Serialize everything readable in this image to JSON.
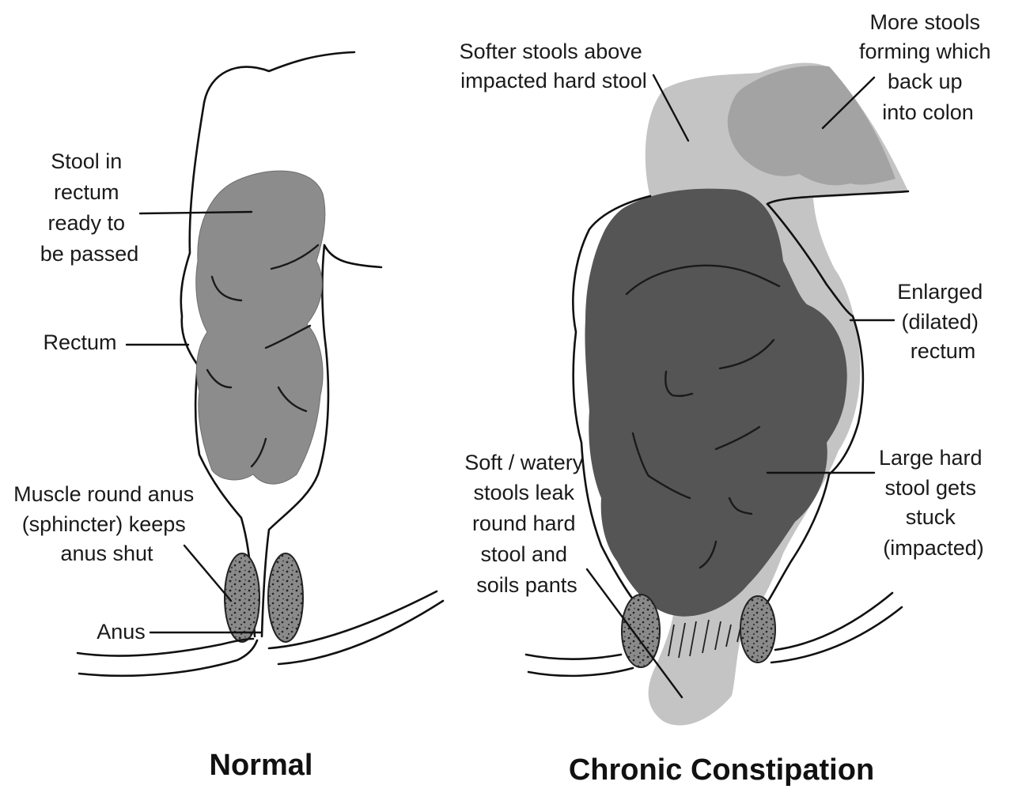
{
  "normal": {
    "title": "Normal",
    "labels": {
      "stool_in_rectum": [
        "Stool in",
        "rectum",
        "ready to",
        "be passed"
      ],
      "rectum": [
        "Rectum"
      ],
      "sphincter": [
        "Muscle round anus",
        "(sphincter) keeps",
        "anus shut"
      ],
      "anus": [
        "Anus"
      ]
    }
  },
  "constipation": {
    "title": "Chronic Constipation",
    "labels": {
      "softer_stools": [
        "Softer stools above",
        "impacted hard stool"
      ],
      "more_stools": [
        "More stools",
        "forming which",
        "back up",
        "into colon"
      ],
      "enlarged_rectum": [
        "Enlarged",
        "(dilated)",
        "rectum"
      ],
      "large_hard_stool": [
        "Large hard",
        "stool gets",
        "stuck",
        "(impacted)"
      ],
      "watery_stools": [
        "Soft / watery",
        "stools leak",
        "round hard",
        "stool and",
        "soils pants"
      ]
    }
  },
  "colors": {
    "normal_stool": "#8c8c8c",
    "impacted_stool": "#555555",
    "soft_stool": "#c4c4c4",
    "backed_up_stool": "#a3a3a3",
    "muscle": "#8a8a8a"
  }
}
